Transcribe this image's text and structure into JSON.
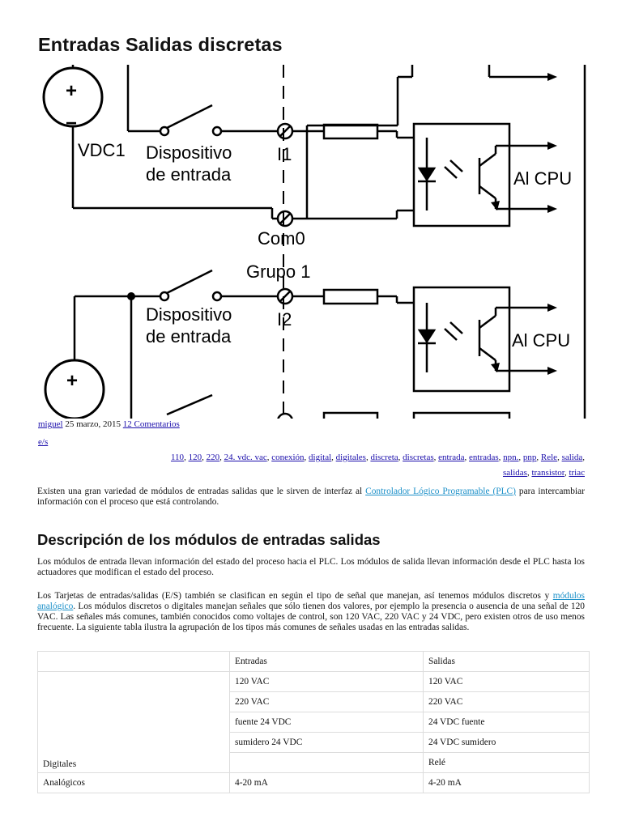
{
  "title": "Entradas Salidas discretas",
  "diagram": {
    "labels": {
      "plus": "+",
      "minus": "−",
      "vdc1": "VDC1",
      "dispositivo": "Dispositivo",
      "de_entrada": "de entrada",
      "i1": "I1",
      "i2": "I2",
      "com0": "Com0",
      "grupo1": "Grupo 1",
      "al_cpu": "Al CPU"
    }
  },
  "meta": {
    "author": "miguel",
    "date": "25 marzo, 2015",
    "comments": "12 Comentarios",
    "category": "e/s"
  },
  "tags": [
    "110",
    "120",
    "220",
    "24. vdc. vac",
    "conexión",
    "digital",
    "digitales",
    "discreta",
    "discretas",
    "entrada",
    "entradas",
    "npn.",
    "pnp",
    "Rele",
    "salida",
    "salidas",
    "transistor",
    "triac"
  ],
  "intro": {
    "before": "Existen una gran variedad de módulos de entradas salidas que le sirven de interfaz al ",
    "link": "Controlador Lógico Programable (PLC)",
    "after": " para intercambiar información con el proceso que está controlando."
  },
  "section_heading": "Descripción de los módulos de entradas salidas",
  "para2": "Los módulos de entrada llevan información del estado del proceso hacia el PLC. Los módulos de salida llevan información desde el PLC hasta los actuadores que modifican el estado del proceso.",
  "para3": {
    "before": "Los Tarjetas de entradas/salidas (E/S) también se clasifican en según el tipo de señal que manejan, así tenemos módulos discretos y ",
    "link": "módulos analógico",
    "after": ". Los módulos discretos o digitales manejan señales que sólo tienen dos valores, por ejemplo la presencia o ausencia de una señal de 120 VAC. Las señales más comunes, también conocidos como voltajes de control, son 120 VAC, 220 VAC y 24 VDC, pero existen otros de uso menos frecuente. La siguiente tabla ilustra la agrupación de los tipos más comunes de señales usadas en las entradas salidas."
  },
  "table": {
    "header": [
      "",
      "Entradas",
      "Salidas"
    ],
    "digital_label": "Digitales",
    "digital_rows": [
      [
        "120 VAC",
        "120 VAC"
      ],
      [
        "220 VAC",
        "220 VAC"
      ],
      [
        "fuente 24 VDC",
        "24 VDC fuente"
      ],
      [
        "sumidero 24 VDC",
        "24 VDC sumidero"
      ],
      [
        "",
        "Relé"
      ]
    ],
    "analog_row": [
      "Analógicos",
      "4-20 mA",
      "4-20 mA"
    ]
  }
}
